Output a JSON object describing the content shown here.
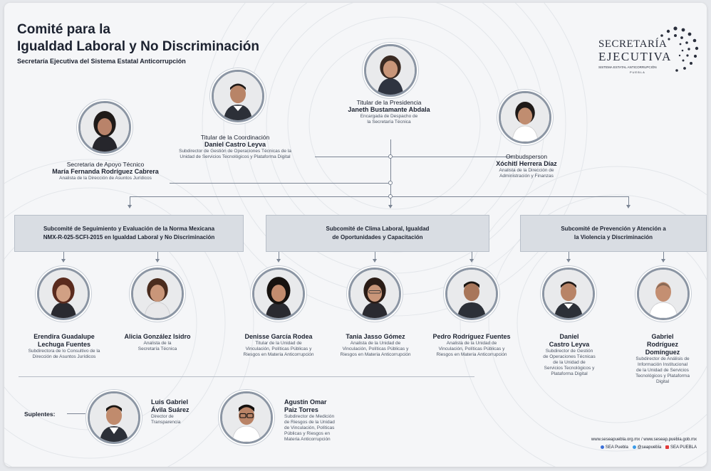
{
  "header": {
    "title_line1": "Comité para la",
    "title_line2": "Igualdad Laboral y No Discriminación",
    "subtitle": "Secretaría Ejecutiva del Sistema Estatal Anticorrupción"
  },
  "logo": {
    "line1": "SECRETARÍA",
    "line2": "EJECUTIVA",
    "line3": "SISTEMA ESTATAL ANTICORRUPCIÓN",
    "line4": "PUEBLA"
  },
  "people": {
    "presidenta": {
      "role": "Titular de la Presidencia",
      "name": "Janeth Bustamante Abdala",
      "desc1": "Encargada de Despacho de",
      "desc2": "la Secretaría Técnica"
    },
    "coordinacion": {
      "role": "Titular de la Coordinación",
      "name": "Daniel Castro Leyva",
      "desc1": "Subdirector de Gestión de Operaciones Técnicas de la",
      "desc2": "Unidad de Servicios Tecnológicos y Plataforma Digital"
    },
    "apoyo": {
      "role": "Secretaria de Apoyo Técnico",
      "name": "María Fernanda Rodríguez Cabrera",
      "desc1": "Analista de la Dirección de Asuntos Jurídicos"
    },
    "ombudsperson": {
      "role": "Ombudsperson",
      "name": "Xóchitl Herrera Díaz",
      "desc1": "Analista de la Dirección de",
      "desc2": "Administración y Finanzas"
    },
    "erendira": {
      "name1": "Erendira Guadalupe",
      "name2": "Lechuga Fuentes",
      "desc1": "Subdirectora de lo Consultivo de la",
      "desc2": "Dirección de Asuntos Jurídicos"
    },
    "alicia": {
      "name1": "Alicia González Isidro",
      "desc1": "Analista de la",
      "desc2": "Secretaría Técnica"
    },
    "denisse": {
      "name1": "Denisse García Rodea",
      "desc1": "Titular de la Unidad de",
      "desc2": "Vinculación, Políticas Públicas y",
      "desc3": "Riesgos en Materia Anticorrupción"
    },
    "tania": {
      "name1": "Tania Jasso Gómez",
      "desc1": "Analista de la Unidad de",
      "desc2": "Vinculación, Políticas Públicas y",
      "desc3": "Riesgos en Materia Anticorrupción"
    },
    "pedro": {
      "name1": "Pedro Rodríguez Fuentes",
      "desc1": "Analista de la Unidad de",
      "desc2": "Vinculación, Políticas Públicas y",
      "desc3": "Riesgos en Materia Anticorrupción"
    },
    "daniel2": {
      "name1": "Daniel",
      "name2": "Castro Leyva",
      "desc1": "Subdirector de Gestión",
      "desc2": "de Operaciones Técnicas",
      "desc3": "de la Unidad de",
      "desc4": "Servicios Tecnológicos y",
      "desc5": "Plataforma Digital"
    },
    "gabriel": {
      "name1": "Gabriel",
      "name2": "Rodríguez",
      "name3": "Domínguez",
      "desc1": "Subdirector de Análisis de",
      "desc2": "Información Institucional",
      "desc3": "de la Unidad de Servicios",
      "desc4": "Tecnológicos y Plataforma",
      "desc5": "Digital"
    },
    "luis": {
      "name1": "Luis Gabriel",
      "name2": "Ávila Suárez",
      "desc1": "Director de",
      "desc2": "Transparencia"
    },
    "agustin": {
      "name1": "Agustín Omar",
      "name2": "Paiz Torres",
      "desc1": "Subdirector de Medición",
      "desc2": "de Riesgos de la Unidad",
      "desc3": "de Vinculación, Políticas",
      "desc4": "Públicas y Riesgos en",
      "desc5": "Materia Anticorrupción"
    }
  },
  "subcommittees": [
    {
      "line1": "Subcomité de Seguimiento y Evaluación de la Norma Mexicana",
      "line2": "NMX-R-025-SCFI-2015 en Igualdad Laboral y No Discriminación"
    },
    {
      "line1": "Subcomité de Clima Laboral, Igualdad",
      "line2": "de Oportunidades y Capacitación"
    },
    {
      "line1": "Subcomité de Prevención y Atención a",
      "line2": "la Violencia y Discriminación"
    }
  ],
  "suplentes_label": "Suplentes:",
  "footer": {
    "urls": "www.seseapuebla.org.mx  /  www.seseap.puebla.gob.mx",
    "social1": "SEA Puebla",
    "social2": "@seapuebla",
    "social3": "SEA PUEBLA"
  },
  "colors": {
    "text": "#1c2230",
    "box": "#d9dde3",
    "line": "#7b8594",
    "facebook": "#3b6fd8",
    "twitter": "#3b9be8",
    "youtube": "#e23a3a"
  }
}
